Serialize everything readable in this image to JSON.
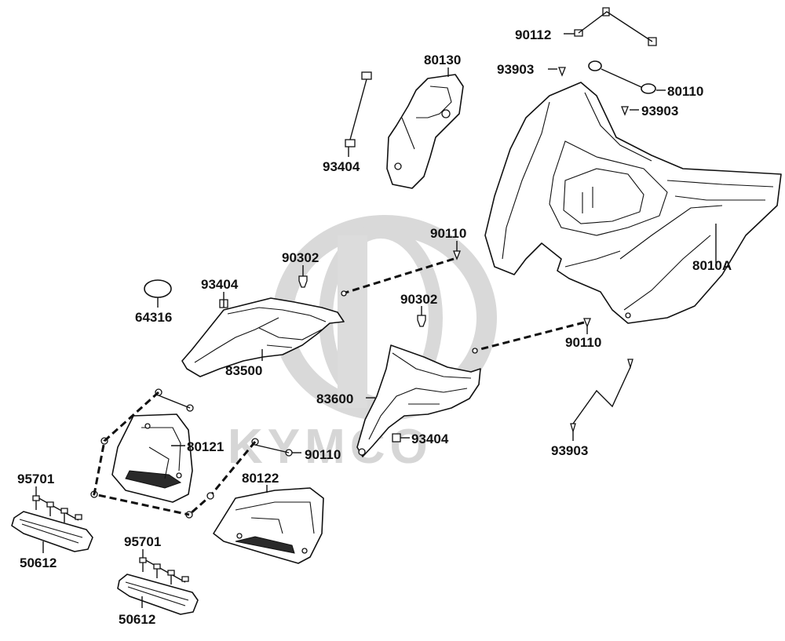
{
  "watermark": {
    "brand": "KYMCO"
  },
  "labels": {
    "p90112": "90112",
    "p80130": "80130",
    "p93903_a": "93903",
    "p80110": "80110",
    "p93903_b": "93903",
    "p93404_a": "93404",
    "p90110_a": "90110",
    "p90302_a": "90302",
    "p93404_b": "93404",
    "p8010A": "8010A",
    "p64316": "64316",
    "p90302_b": "90302",
    "p83500": "83500",
    "p90110_b": "90110",
    "p83600": "83600",
    "p80121": "80121",
    "p93404_c": "93404",
    "p90110_c": "90110",
    "p93903_c": "93903",
    "p95701_a": "95701",
    "p80122": "80122",
    "p50612_a": "50612",
    "p95701_b": "95701",
    "p50612_b": "50612"
  }
}
